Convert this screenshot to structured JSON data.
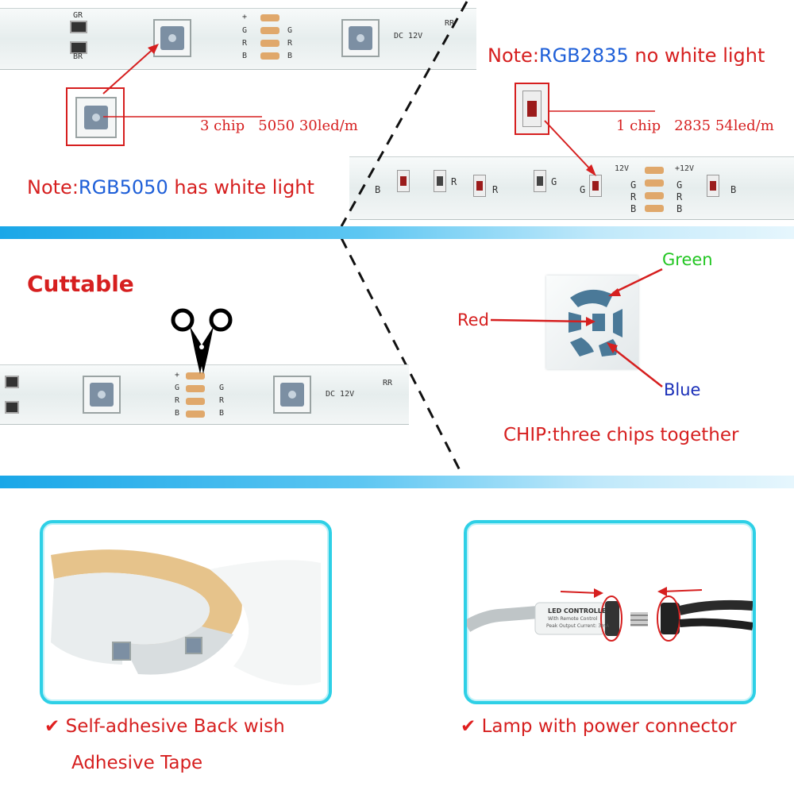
{
  "top_left": {
    "pad_labels_left": [
      "GR",
      "BR"
    ],
    "pad_labels": [
      "+",
      "G",
      "R",
      "B"
    ],
    "dc_label": "DC 12V",
    "rr_label": "RR",
    "spec_text": "3 chip   5050 30led/m",
    "note_prefix": "Note:",
    "note_model": "RGB5050",
    "note_suffix": " has white light"
  },
  "top_right": {
    "note_prefix": "Note:",
    "note_model": "RGB2835",
    "note_suffix": " no white light",
    "spec_text": "1 chip   2835 54led/m",
    "strip_chip_labels": [
      "B",
      "R",
      "R",
      "G",
      "G",
      "B"
    ],
    "pad_label_left": "12V",
    "pad_label_right": "+12V",
    "pad_labels": [
      "G",
      "R",
      "B"
    ]
  },
  "mid_left": {
    "title": "Cuttable",
    "pad_labels": [
      "+",
      "G",
      "R",
      "B"
    ],
    "dc_label": "DC 12V",
    "rr_label": "RR"
  },
  "mid_right": {
    "label_green": "Green",
    "label_red": "Red",
    "label_blue": "Blue",
    "caption": "CHIP:three chips together"
  },
  "bottom_left": {
    "caption_line1": "Self-adhesive Back wish",
    "caption_line2": "Adhesive Tape"
  },
  "bottom_right": {
    "controller_title": "LED CONTROLLER",
    "controller_sub": "With Remote Control",
    "controller_current": "Peak Output Current: 3mA",
    "caption": "Lamp with power connector"
  },
  "colors": {
    "accent_red": "#d61f1f",
    "accent_blue": "#1e5fd8",
    "green": "#22c622",
    "band_blue": "#1aa7e8",
    "frame_cyan": "#2ed0e6"
  },
  "icons": {
    "check": "check-icon",
    "scissors": "scissors-icon"
  }
}
